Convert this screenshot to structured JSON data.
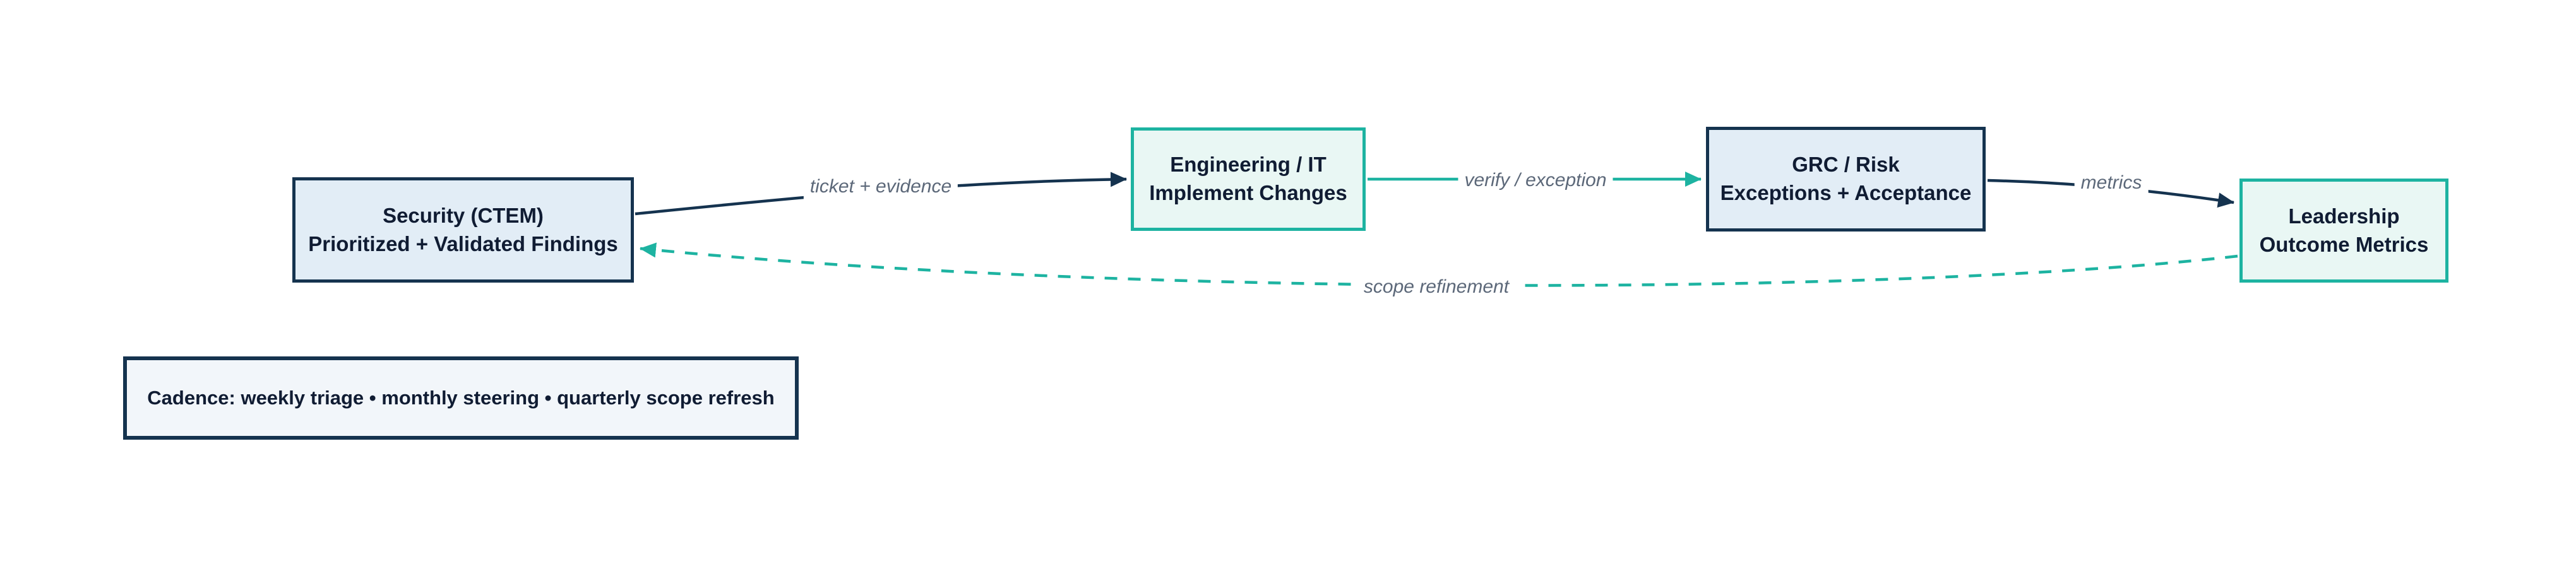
{
  "diagram": {
    "nodes": {
      "security": {
        "line1": "Security (CTEM)",
        "line2": "Prioritized + Validated Findings"
      },
      "engineering": {
        "line1": "Engineering / IT",
        "line2": "Implement Changes"
      },
      "grc": {
        "line1": "GRC / Risk",
        "line2": "Exceptions + Acceptance"
      },
      "leadership": {
        "line1": "Leadership",
        "line2": "Outcome Metrics"
      }
    },
    "edges": {
      "ticket": {
        "label": "ticket + evidence",
        "from": "security",
        "to": "engineering",
        "style": "solid navy"
      },
      "verify": {
        "label": "verify / exception",
        "from": "engineering",
        "to": "grc",
        "style": "solid teal"
      },
      "metrics": {
        "label": "metrics",
        "from": "grc",
        "to": "leadership",
        "style": "solid navy"
      },
      "scope": {
        "label": "scope refinement",
        "from": "leadership",
        "to": "security",
        "style": "dashed teal"
      }
    },
    "note": {
      "text": "Cadence: weekly triage • monthly steering • quarterly scope refresh"
    }
  },
  "colors": {
    "navy": "#15334f",
    "teal": "#1db3a1",
    "blue_fill": "#e2edf6",
    "mint_fill": "#e9f7f4",
    "note_fill": "#f2f6fa",
    "label_gray": "#5c6879",
    "text_navy": "#101c33"
  }
}
